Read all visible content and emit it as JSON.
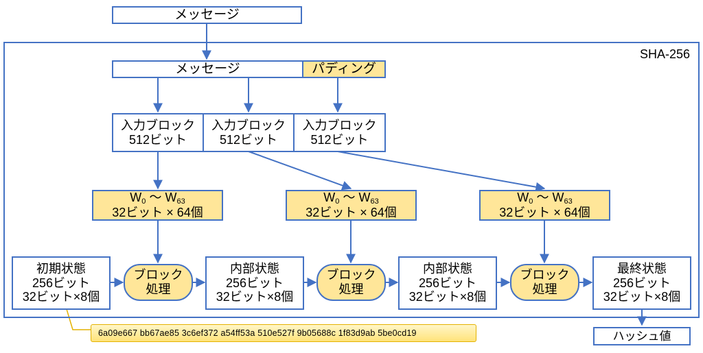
{
  "message_top": "メッセージ",
  "sha_region": {
    "label": "SHA-256"
  },
  "padded": {
    "message": "メッセージ",
    "padding": "パディング"
  },
  "input_blocks": [
    {
      "line1": "入力ブロック",
      "line2": "512ビット"
    },
    {
      "line1": "入力ブロック",
      "line2": "512ビット"
    },
    {
      "line1": "入力ブロック",
      "line2": "512ビット"
    }
  ],
  "schedule": {
    "w_symbol": "W",
    "w_start_sub": "0",
    "tilde": "〜",
    "w_end_sub": "63",
    "line2": "32ビット × 64個"
  },
  "states": [
    {
      "line1": "初期状態",
      "line2": "256ビット",
      "line3": "32ビット×8個"
    },
    {
      "line1": "内部状態",
      "line2": "256ビット",
      "line3": "32ビット×8個"
    },
    {
      "line1": "内部状態",
      "line2": "256ビット",
      "line3": "32ビット×8個"
    },
    {
      "line1": "最終状態",
      "line2": "256ビット",
      "line3": "32ビット×8個"
    }
  ],
  "process": {
    "line1": "ブロック",
    "line2": "処理"
  },
  "initial_values": "6a09e667 bb67ae85 3c6ef372 a54ff53a 510e527f 9b05688c 1f83d9ab 5be0cd19",
  "hash_value": "ハッシュ値",
  "colors": {
    "border": "#4472C4",
    "fill": "#FFE699",
    "callout_border": "#E4B200"
  }
}
